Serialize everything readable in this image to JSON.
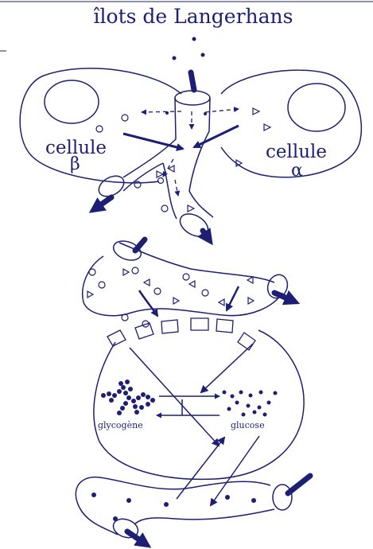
{
  "title": "îlots de Langerhans",
  "labels": {
    "beta_cell": "cellule",
    "beta_symbol": "β",
    "alpha_cell": "cellule",
    "alpha_symbol": "α",
    "glycogen": "glycogène",
    "glucose": "glucose"
  },
  "colors": {
    "ink": "#1c1f73",
    "background": "#ffffff"
  }
}
